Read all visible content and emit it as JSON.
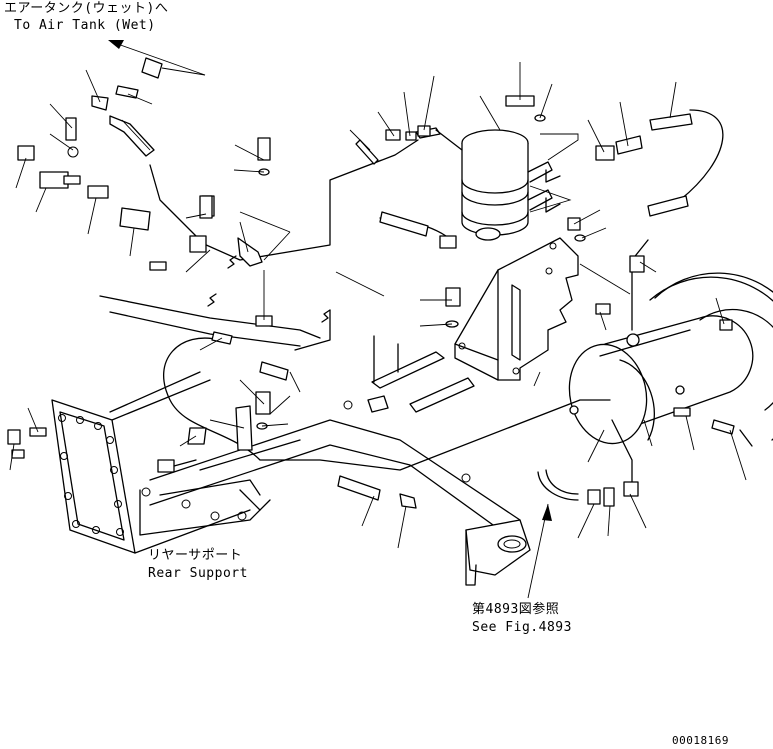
{
  "labels": {
    "air_tank_jp": "エアータンク(ウェット)へ",
    "air_tank_en": "To Air Tank (Wet)",
    "rear_support_jp": "リヤーサポート",
    "rear_support_en": "Rear Support",
    "see_fig_jp": "第4893図参照",
    "see_fig_en": "See Fig.4893",
    "drawing_number": "00018169"
  }
}
